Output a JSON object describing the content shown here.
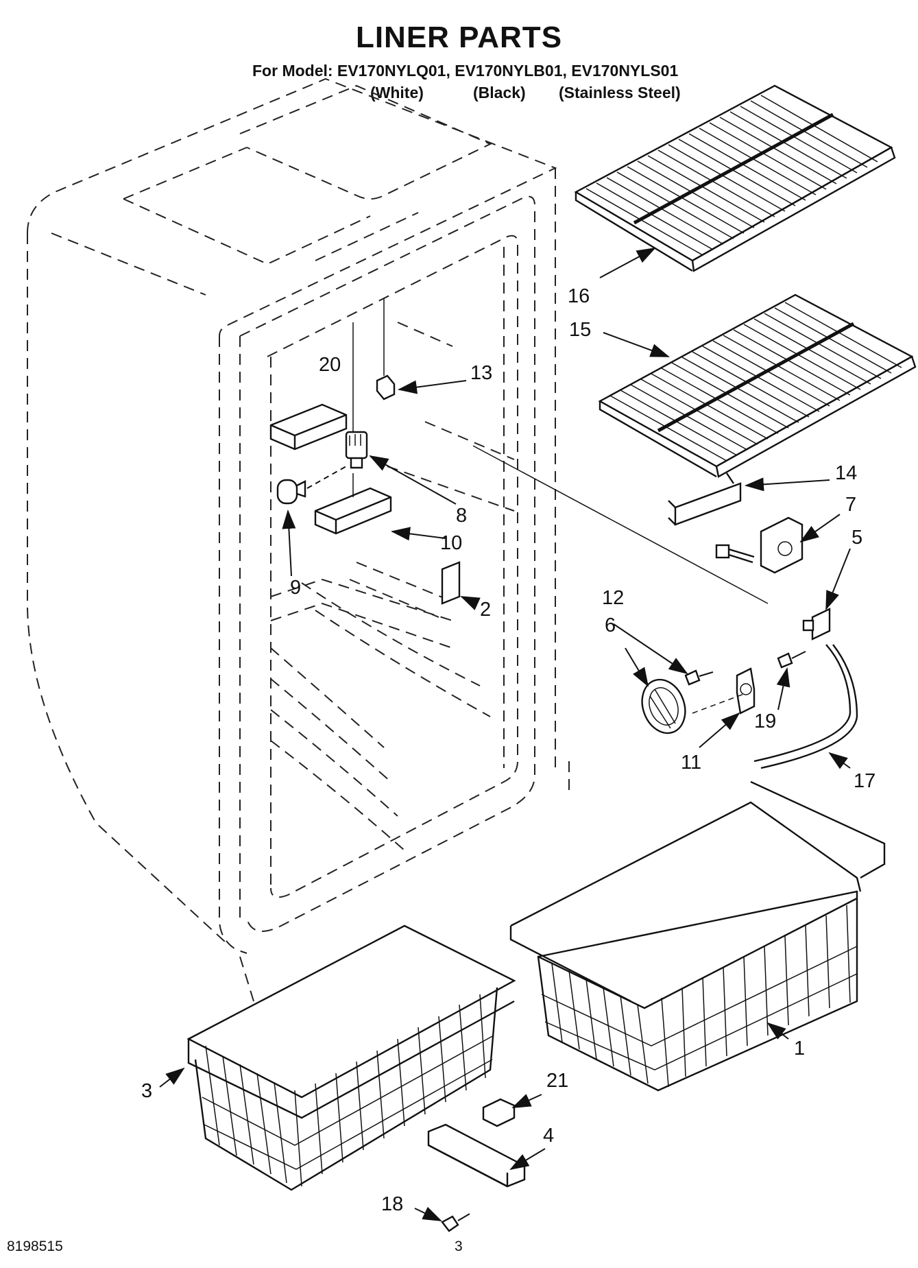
{
  "title": "LINER PARTS",
  "model_line": "For Model: EV170NYLQ01, EV170NYLB01, EV170NYLS01",
  "variants": [
    "(White)",
    "(Black)",
    "(Stainless Steel)"
  ],
  "callouts": [
    "1",
    "2",
    "3",
    "4",
    "5",
    "6",
    "7",
    "8",
    "9",
    "10",
    "11",
    "12",
    "13",
    "14",
    "15",
    "16",
    "17",
    "18",
    "19",
    "20",
    "21"
  ],
  "footer": {
    "doc_number": "8198515",
    "page_number": "3"
  }
}
